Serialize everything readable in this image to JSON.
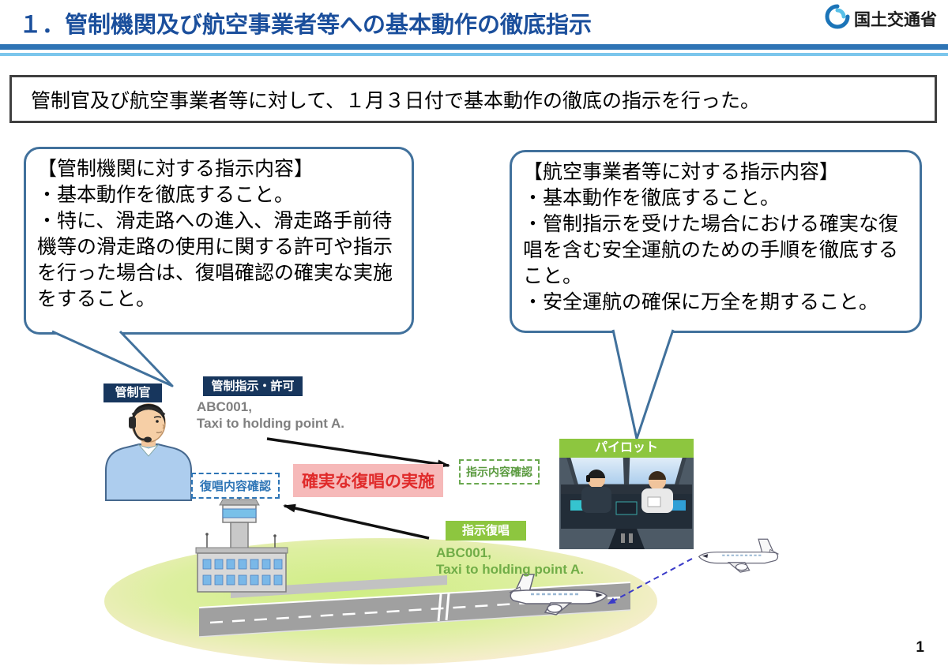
{
  "slide": {
    "page_number": "1"
  },
  "header": {
    "title": "１．管制機関及び航空事業者等への基本動作の徹底指示",
    "agency": "国土交通省"
  },
  "lead": {
    "text": "管制官及び航空事業者等に対して、１月３日付で基本動作の徹底の指示を行った。"
  },
  "bubbles": {
    "atc": {
      "heading": "【管制機関に対する指示内容】",
      "items": [
        "・基本動作を徹底すること。",
        "・特に、滑走路への進入、滑走路手前待機等の滑走路の使用に関する許可や指示を行った場合は、復唱確認の確実な実施をすること。"
      ]
    },
    "airline": {
      "heading": "【航空事業者等に対する指示内容】",
      "items": [
        "・基本動作を徹底すること。",
        "・管制指示を受けた場合における確実な復唱を含む安全運航のための手順を徹底すること。",
        "・安全運航の確保に万全を期すること。"
      ]
    }
  },
  "diagram": {
    "controller_label": "管制官",
    "pilot_label": "パイロット",
    "atc_instruction_badge": "管制指示・許可",
    "readback_confirm_badge": "復唱内容確認",
    "reliable_readback_banner": "確実な復唱の実施",
    "instruction_confirm_badge": "指示内容確認",
    "instruction_readback_badge": "指示復唱",
    "atc_call_line1": "ABC001,",
    "atc_call_line2": "Taxi to holding point A.",
    "pilot_call_line1": "ABC001,",
    "pilot_call_line2": "Taxi to holding point A."
  },
  "icons": {
    "logo": "mlit-swirl-logo",
    "controller": "air-traffic-controller-illustration",
    "tower": "control-tower-illustration",
    "cockpit": "cockpit-illustration",
    "airplane_runway": "airplane-on-runway",
    "airplane_airborne": "airplane-airborne"
  },
  "colors": {
    "title_blue": "#1b4f9c",
    "rule_dark": "#2e74b5",
    "rule_light": "#7cc6ec",
    "navy_badge": "#17365d",
    "green_badge": "#8dc63f",
    "green_text": "#70ad47",
    "blue_dashed_border": "#2e75b6",
    "green_dashed_border": "#6aa84f",
    "red_text": "#e02a2a",
    "pink_bg": "#f6b9b9",
    "bubble_border": "#41719c"
  }
}
